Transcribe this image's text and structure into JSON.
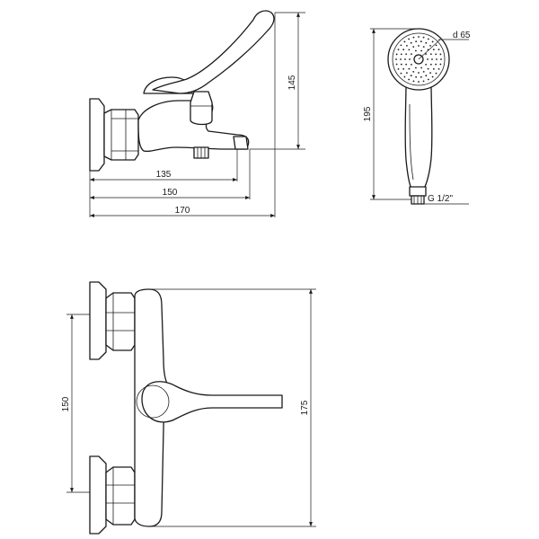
{
  "side_view": {
    "dim_135": "135",
    "dim_150": "150",
    "dim_170": "170",
    "dim_145": "145"
  },
  "hand_shower": {
    "dim_195": "195",
    "dim_d65": "d 65",
    "thread": "G 1/2\""
  },
  "top_view": {
    "dim_150": "150",
    "dim_175": "175"
  }
}
